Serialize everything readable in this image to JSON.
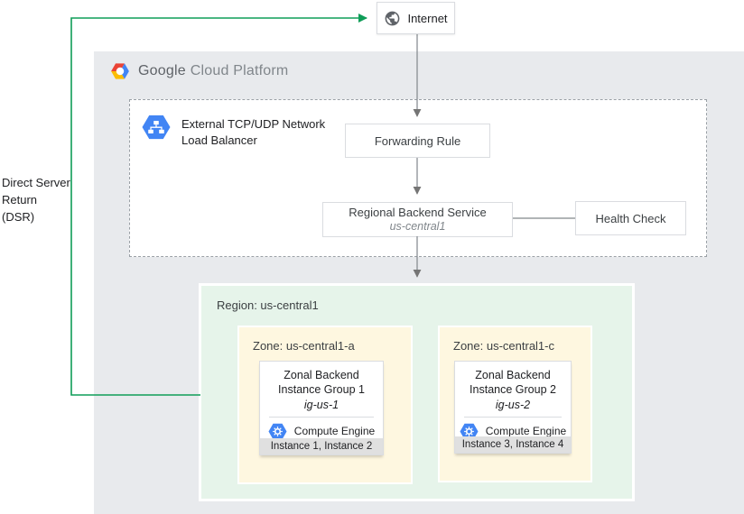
{
  "internet": {
    "label": "Internet"
  },
  "dsr_label": "Direct Server Return (DSR)",
  "gcp_header": {
    "brand_primary": "Google",
    "brand_secondary": "Cloud Platform"
  },
  "load_balancer": {
    "title": "External TCP/UDP Network Load Balancer"
  },
  "forwarding_rule": {
    "label": "Forwarding Rule"
  },
  "backend_service": {
    "title": "Regional Backend Service",
    "subtitle": "us-central1"
  },
  "health_check": {
    "label": "Health Check"
  },
  "region": {
    "label": "Region: us-central1"
  },
  "zones": [
    {
      "label": "Zone: us-central1-a",
      "group_title": "Zonal Backend Instance Group 1",
      "group_name": "ig-us-1",
      "engine_label": "Compute Engine",
      "instances": "Instance 1, Instance 2"
    },
    {
      "label": "Zone: us-central1-c",
      "group_title": "Zonal Backend Instance Group 2",
      "group_name": "ig-us-2",
      "engine_label": "Compute Engine",
      "instances": "Instance 3, Instance 4"
    }
  ],
  "icons": {
    "internet": "globe-icon",
    "gcp_logo": "gcp-hexagon-logo",
    "load_balancer": "load-balancer-hexagon-icon",
    "compute_engine": "compute-engine-hexagon-icon"
  },
  "colors": {
    "dsr_green": "#0F9D58",
    "gcp_blue": "#4285F4",
    "panel_gray": "#E8EAED",
    "region_green": "#E6F4EA",
    "zone_yellow": "#FEF7E0",
    "card_footer_gray": "#E0E0E0",
    "arrow_gray": "#757575"
  }
}
